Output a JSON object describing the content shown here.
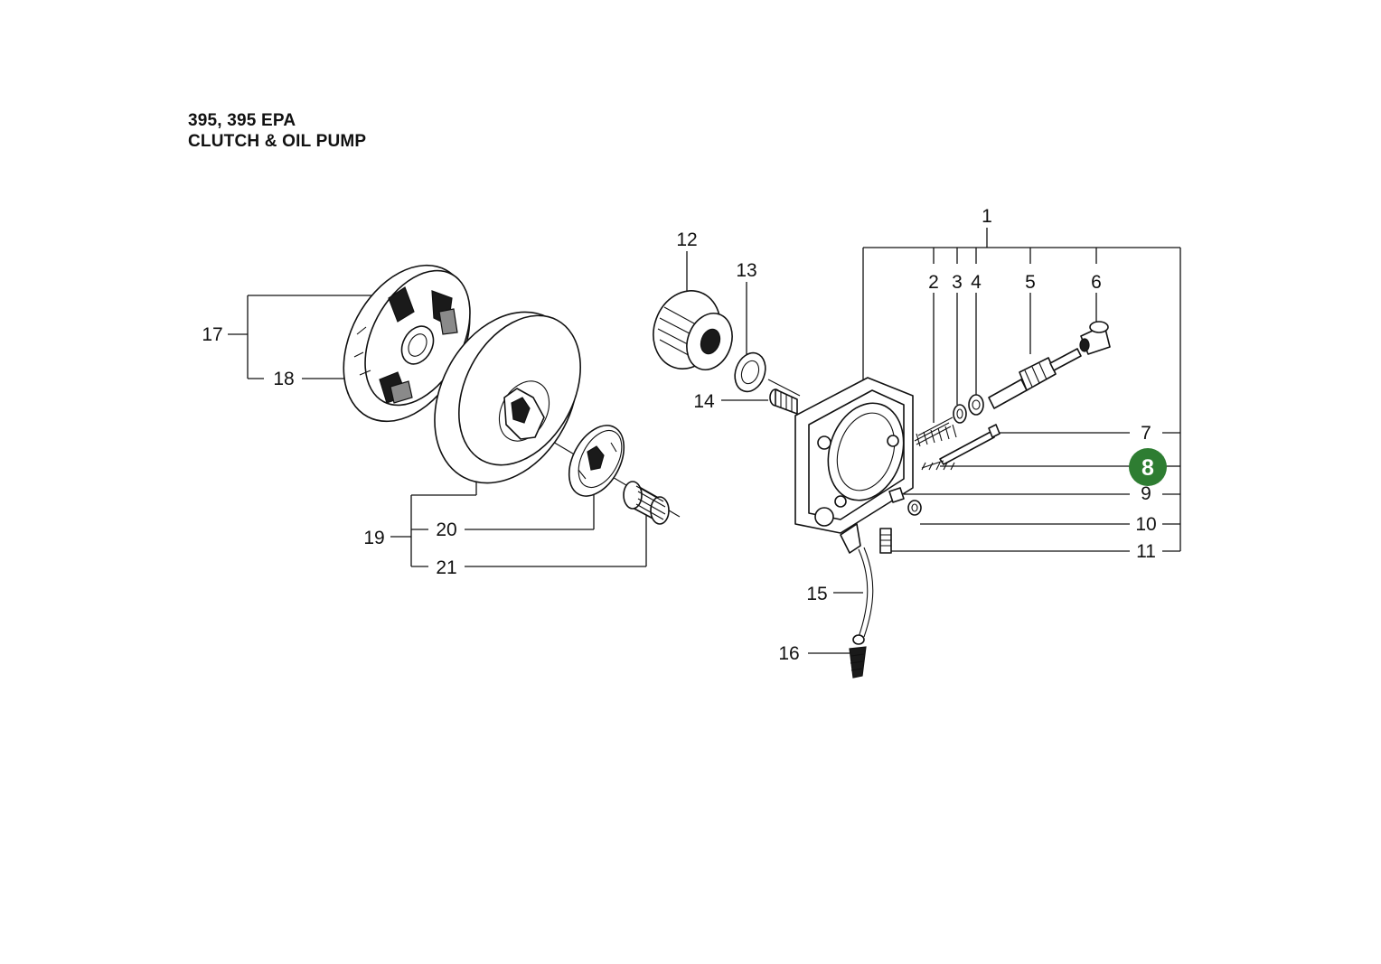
{
  "title": {
    "line1": "395, 395 EPA",
    "line2": "CLUTCH & OIL PUMP"
  },
  "colors": {
    "highlight": "#2e7d32",
    "ink": "#111111"
  },
  "callouts": {
    "c1": "1",
    "c2": "2",
    "c3": "3",
    "c4": "4",
    "c5": "5",
    "c6": "6",
    "c7": "7",
    "c8": "8",
    "c9": "9",
    "c10": "10",
    "c11": "11",
    "c12": "12",
    "c13": "13",
    "c14": "14",
    "c15": "15",
    "c16": "16",
    "c17": "17",
    "c18": "18",
    "c19": "19",
    "c20": "20",
    "c21": "21"
  },
  "selected_callout": "8"
}
